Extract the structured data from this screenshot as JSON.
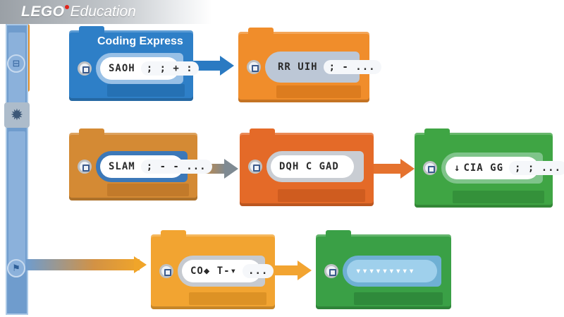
{
  "app": {
    "brand": "LEGO",
    "product": "Education"
  },
  "blocks": [
    {
      "id": "b1",
      "title": "Coding Express",
      "text": "SAOH",
      "tail": "; ; + :",
      "color": "#2e7fc7"
    },
    {
      "id": "b2",
      "title": "",
      "text": "RR UIH",
      "tail": "; - ...",
      "color": "#f08d2b"
    },
    {
      "id": "b3",
      "title": "",
      "text": "SLAM",
      "tail": "; - - ...",
      "color": "#d48a34"
    },
    {
      "id": "b4",
      "title": "",
      "text": "DQH C GAD",
      "tail": "",
      "color": "#e46a28"
    },
    {
      "id": "b5",
      "title": "",
      "text": "CIA GG",
      "tail": "; ; ...",
      "color": "#3fa544"
    },
    {
      "id": "b6",
      "title": "",
      "text": "CO◆ T-▾",
      "tail": "...",
      "color": "#f2a431"
    },
    {
      "id": "b7",
      "title": "",
      "text": "▾▾▾▾▾▾▾▾▾",
      "tail": "",
      "color": "#3aa046"
    }
  ],
  "sidebar": {
    "icons": [
      "train-icon",
      "gear-icon",
      "flag-icon"
    ]
  },
  "colors": {
    "rail": "#6f9ccd",
    "arrow_blue": "#2a7ac2",
    "arrow_grey": "#7f8a92",
    "arrow_orange": "#e5722e",
    "arrow_yellow": "#f2a431"
  }
}
